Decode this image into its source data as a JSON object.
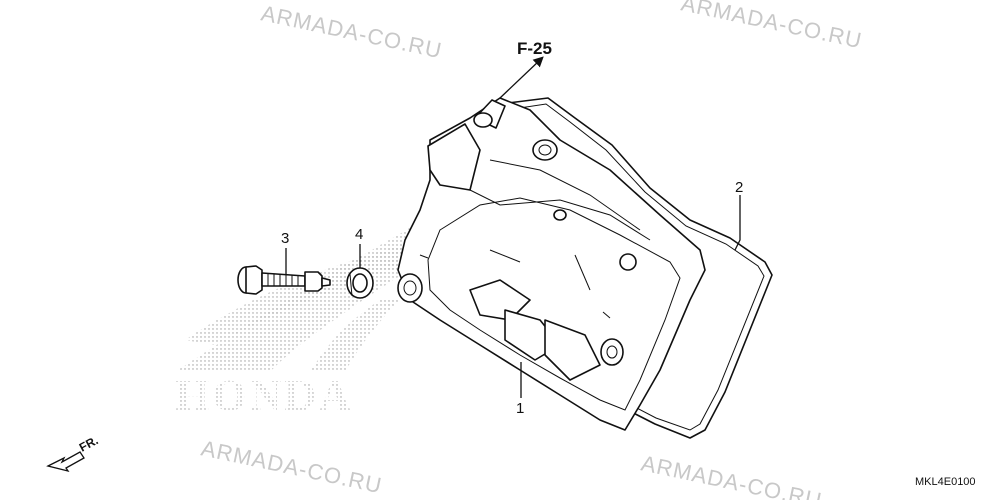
{
  "watermark": {
    "text": "ARMADA-CO.RU"
  },
  "brand_logo": {
    "text": "HONDA"
  },
  "reference": {
    "label": "F-25"
  },
  "callouts": [
    {
      "id": "1",
      "label": "1"
    },
    {
      "id": "2",
      "label": "2"
    },
    {
      "id": "3",
      "label": "3"
    },
    {
      "id": "4",
      "label": "4"
    }
  ],
  "direction": {
    "label": "FR."
  },
  "diagram_code": "MKL4E0100"
}
